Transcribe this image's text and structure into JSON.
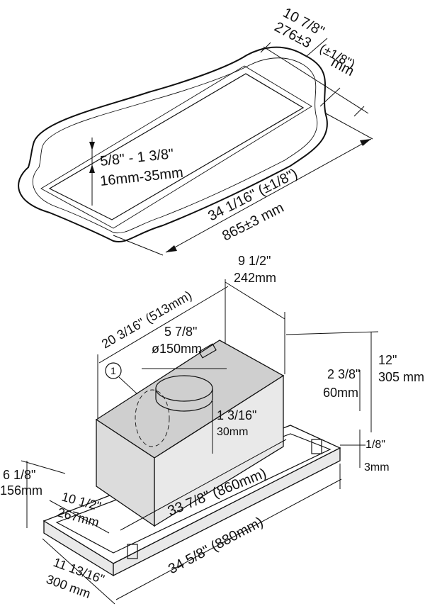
{
  "cutout": {
    "width_in": "10 7/8\"",
    "width_mm": "276±3",
    "width_tol": "(±1/8\")",
    "width_unit": "mm",
    "depth_in": "5/8\" - 1 3/8\"",
    "depth_mm": "16mm-35mm",
    "length_in": "34 1/16\" (±1/8\")",
    "length_mm": "865±3 mm"
  },
  "hood": {
    "depth_in": "9 1/2\"",
    "depth_mm": "242mm",
    "length_total": "20 3/16\" (513mm)",
    "duct_in": "5 7/8\"",
    "duct_mm": "ø150mm",
    "callout": "1",
    "collar_in": "1 3/16\"",
    "collar_mm": "30mm",
    "height_in": "12\"",
    "height_mm": "305 mm",
    "insert_in": "2 3/8\"",
    "insert_mm": "60mm",
    "flange_in": "1/8\"",
    "flange_mm": "3mm",
    "body_length": "33 7/8\" (860mm)",
    "side_in": "6 1/8\"",
    "side_mm": "156mm",
    "front_in": "10 1/2\"",
    "front_mm": "267mm",
    "frame_length": "34 5/8\" (880mm)",
    "frame_depth_in": "11 13/16\"",
    "frame_depth_mm": "300 mm"
  }
}
